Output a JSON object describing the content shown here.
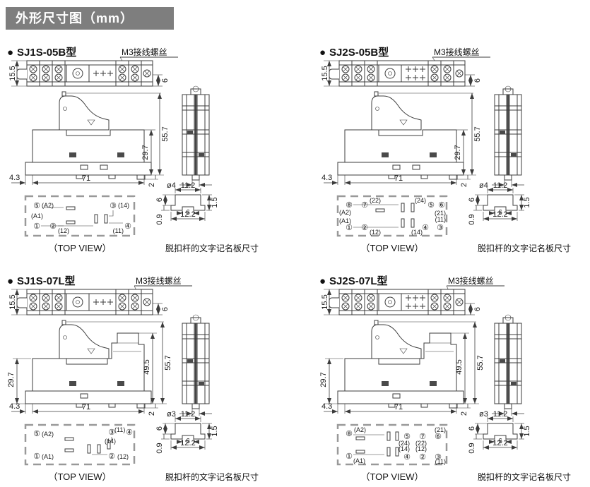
{
  "ui": {
    "bullet": "●"
  },
  "header": {
    "title": "外形尺寸图（mm）"
  },
  "models": [
    {
      "name": "SJ1S-05B型",
      "screw_label": "M3接线螺丝",
      "dims": {
        "strip_height": "15.5",
        "strip_edge": "6",
        "overall_height": "55.7",
        "body_height": "29.7",
        "width": "71",
        "left_offset": "4.3",
        "foot": "2",
        "hole_dia": "ø4"
      },
      "plate": {
        "top_width": "11.2",
        "left_height": "6",
        "left_lower": "0.9",
        "inner_width": "6",
        "bottom_width": "12.2",
        "right_height": "1.5"
      },
      "captions": {
        "top_view": "（TOP VIEW）",
        "plate": "脱扣杆的文字记名板尺寸"
      },
      "terminals": [
        {
          "sym": "⑤",
          "label": "(A2)"
        },
        {
          "sym": "①",
          "label": "(A1)"
        },
        {
          "sym": "②",
          "label": "(12)"
        },
        {
          "sym": "③",
          "label": "(14)"
        },
        {
          "sym": "④",
          "label": "(11)"
        }
      ]
    },
    {
      "name": "SJ2S-05B型",
      "screw_label": "M3接线螺丝",
      "dims": {
        "strip_height": "15.5",
        "strip_edge": "6",
        "overall_height": "55.7",
        "body_height": "29.7",
        "width": "71",
        "left_offset": "4.3",
        "foot": "2",
        "hole_dia": "ø4"
      },
      "plate": {
        "top_width": "11.2",
        "left_height": "6",
        "left_lower": "0.9",
        "inner_width": "6",
        "bottom_width": "12.2",
        "right_height": "1.5"
      },
      "captions": {
        "top_view": "（TOP VIEW）",
        "plate": "脱扣杆的文字记名板尺寸"
      },
      "terminals": [
        {
          "sym": "⑧",
          "label": "(A2)"
        },
        {
          "sym": "⑦",
          "label": "(22)"
        },
        {
          "sym": "⑤",
          "label": "(24)"
        },
        {
          "sym": "⑥",
          "label": "(21)"
        },
        {
          "sym": "①",
          "label": "(A1)"
        },
        {
          "sym": "②",
          "label": "(12)"
        },
        {
          "sym": "④",
          "label": "(14)"
        },
        {
          "sym": "③",
          "label": "(11)"
        }
      ]
    },
    {
      "name": "SJ1S-07L型",
      "screw_label": "M3接线螺丝",
      "dims": {
        "strip_height": "15.5",
        "strip_edge": "6",
        "overall_height": "55.7",
        "lever_height": "49.5",
        "body_height": "29.7",
        "width": "71",
        "left_offset": "4.3",
        "foot": "2",
        "hole_dia": "ø3"
      },
      "plate": {
        "top_width": "11.2",
        "left_height": "6",
        "left_lower": "0.9",
        "inner_width": "6",
        "bottom_width": "12.2",
        "right_height": "1.5"
      },
      "captions": {
        "top_view": "（TOP VIEW）",
        "plate": "脱扣杆的文字记名板尺寸"
      },
      "terminals": [
        {
          "sym": "⑤",
          "label": "(A2)"
        },
        {
          "sym": "①",
          "label": "(A1)"
        },
        {
          "sym": "③",
          "label": "(14)"
        },
        {
          "sym": "④",
          "label": "(11)"
        },
        {
          "sym": "②",
          "label": "(12)"
        }
      ]
    },
    {
      "name": "SJ2S-07L型",
      "screw_label": "M3接线螺丝",
      "dims": {
        "strip_height": "15.5",
        "strip_edge": "6",
        "overall_height": "55.7",
        "lever_height": "49.5",
        "body_height": "29.7",
        "width": "71",
        "left_offset": "4.3",
        "foot": "2",
        "hole_dia": "ø3"
      },
      "plate": {
        "top_width": "11.2",
        "left_height": "6",
        "left_lower": "0.9",
        "inner_width": "6",
        "bottom_width": "12.2",
        "right_height": "1.5"
      },
      "captions": {
        "top_view": "（TOP VIEW）",
        "plate": "脱扣杆的文字记名板尺寸"
      },
      "terminals": [
        {
          "sym": "⑧",
          "label": "(A2)"
        },
        {
          "sym": "①",
          "label": "(A1)"
        },
        {
          "sym": "⑤",
          "label": "(24)"
        },
        {
          "sym": "⑦",
          "label": "(22)"
        },
        {
          "sym": "⑥",
          "label": "(21)"
        },
        {
          "sym": "④",
          "label": "(14)"
        },
        {
          "sym": "②",
          "label": "(12)"
        },
        {
          "sym": "③",
          "label": "(11)"
        }
      ]
    }
  ]
}
